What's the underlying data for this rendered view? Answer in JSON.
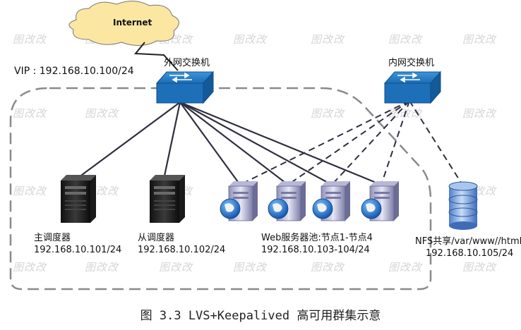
{
  "internet": {
    "label": "Internet"
  },
  "vip": {
    "label": "VIP : 192.168.10.100/24"
  },
  "switches": {
    "external": {
      "label": "外网交换机"
    },
    "internal": {
      "label": "内网交换机"
    }
  },
  "master": {
    "name": "主调度器",
    "ip": "192.168.10.101/24"
  },
  "backup": {
    "name": "从调度器",
    "ip": "192.168.10.102/24"
  },
  "web_pool": {
    "name": "Web服务器池:节点1-节点4",
    "ip": "192.168.10.103-104/24"
  },
  "nfs": {
    "name": "NFS共享/var/www//html",
    "ip": "192.168.10.105/24"
  },
  "watermark": "图改改",
  "caption": "图 3.3 LVS+Keepalived 高可用群集示意",
  "colors": {
    "switch_blue": "#1d6fb8",
    "cloud_yellow": "#fbe6a2",
    "line_dark": "#2f2f3f",
    "dash_gray": "#8a8a8a"
  }
}
